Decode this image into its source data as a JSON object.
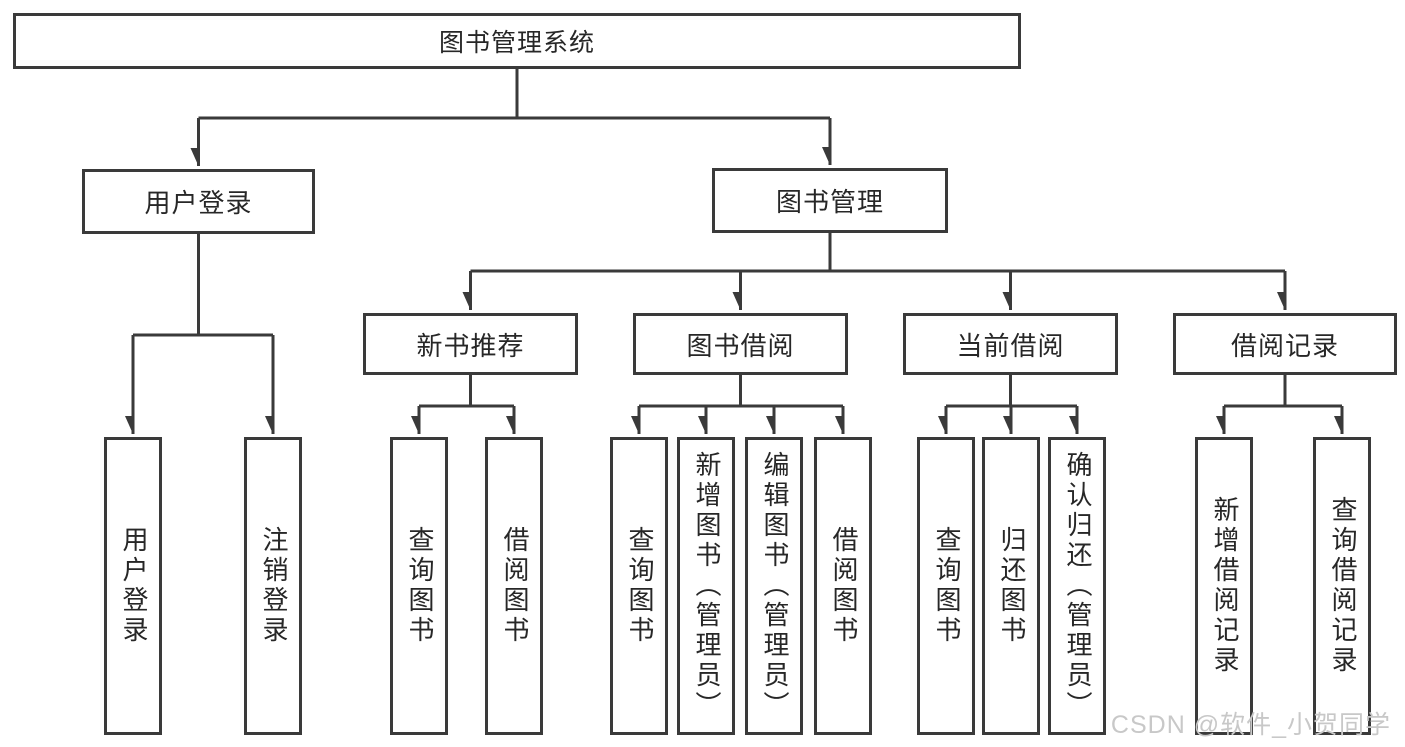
{
  "diagram": {
    "root": {
      "label": "图书管理系统"
    },
    "level2": [
      {
        "label": "用户登录"
      },
      {
        "label": "图书管理"
      }
    ],
    "level3": [
      {
        "label": "新书推荐"
      },
      {
        "label": "图书借阅"
      },
      {
        "label": "当前借阅"
      },
      {
        "label": "借阅记录"
      }
    ],
    "leaves": [
      {
        "label": "用户登录"
      },
      {
        "label": "注销登录"
      },
      {
        "label": "查询图书"
      },
      {
        "label": "借阅图书"
      },
      {
        "label": "查询图书"
      },
      {
        "label": "新增图书（管理员）"
      },
      {
        "label": "编辑图书（管理员）"
      },
      {
        "label": "借阅图书"
      },
      {
        "label": "查询图书"
      },
      {
        "label": "归还图书"
      },
      {
        "label": "确认归还（管理员）"
      },
      {
        "label": "新增借阅记录"
      },
      {
        "label": "查询借阅记录"
      }
    ]
  },
  "watermark": {
    "text": "CSDN @软件_小贺同学"
  },
  "colors": {
    "line": "#3a3a3a",
    "text": "#272727",
    "watermark": "#c8c8c8",
    "background": "#ffffff"
  }
}
